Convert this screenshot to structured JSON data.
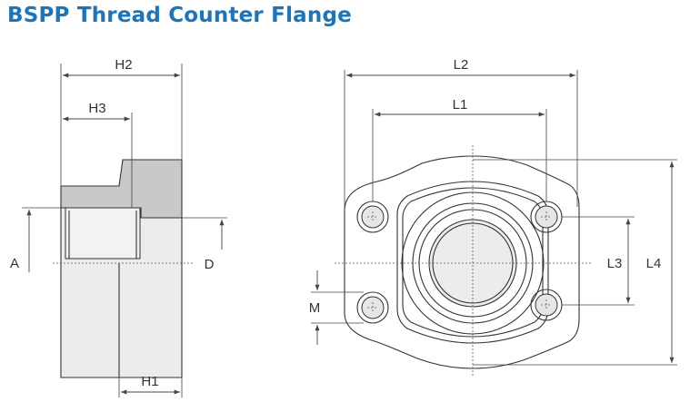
{
  "title": "BSPP Thread Counter Flange",
  "labels": {
    "h2": "H2",
    "h3": "H3",
    "h1": "H1",
    "a": "A",
    "d": "D",
    "l2": "L2",
    "l1": "L1",
    "l3": "L3",
    "l4": "L4",
    "m": "M"
  },
  "colors": {
    "title": "#1f74b8"
  }
}
